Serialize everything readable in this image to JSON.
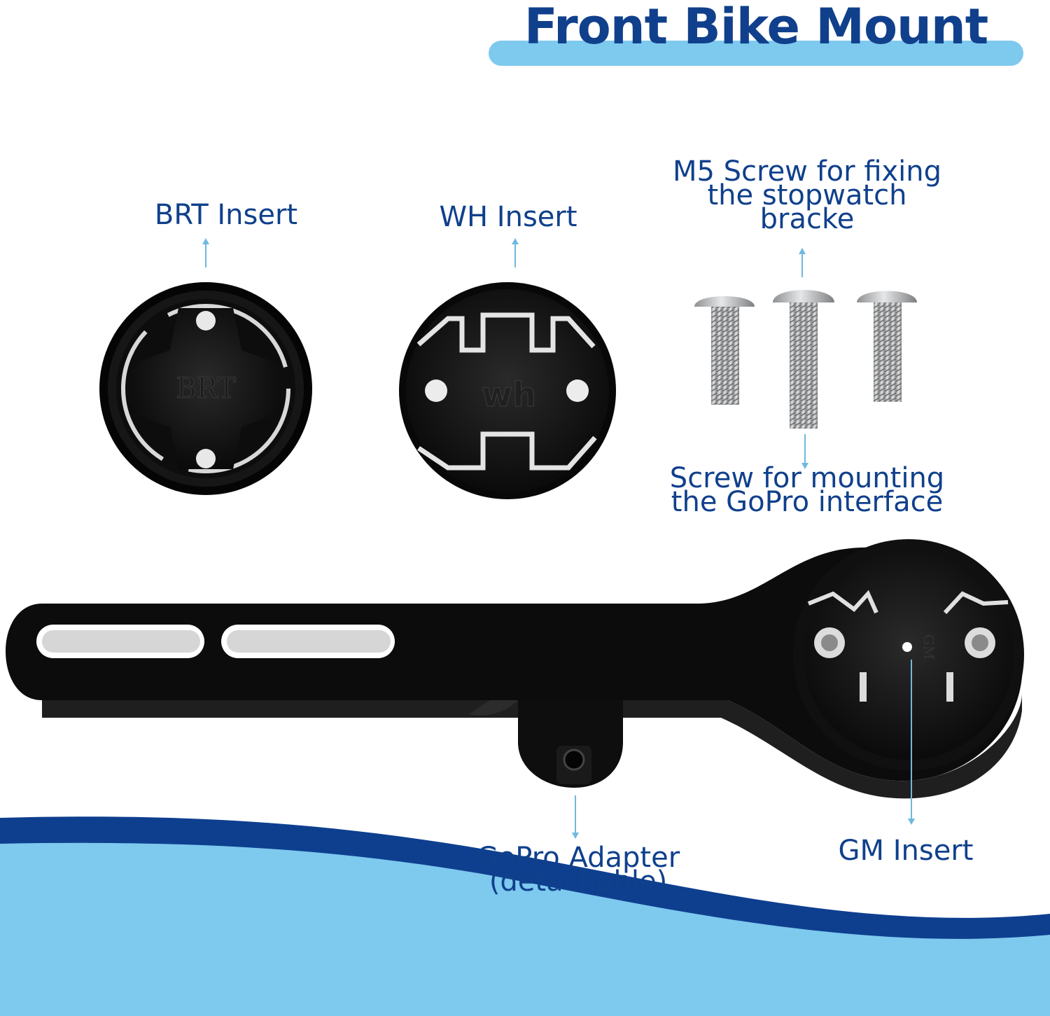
{
  "title": "Front Bike Mount",
  "colors": {
    "title": "#10408c",
    "accent_light": "#7ec9ee",
    "wave_dark": "#0e3f8f",
    "arrow": "#6fb8e0",
    "part": "#111111"
  },
  "labels": {
    "brt_insert": "BRT Insert",
    "wh_insert": "WH Insert",
    "m5_screw": [
      "M5 Screw for fixing",
      "the stopwatch",
      "bracke"
    ],
    "gopro_screw": [
      "Screw for mounting",
      "the GoPro interface"
    ],
    "gopro_adapter": [
      "GoPro Adapter",
      "(detachable)"
    ],
    "gm_insert": "GM Insert"
  },
  "engravings": {
    "brt": "BRT",
    "wh": "wh",
    "gm": "GM"
  },
  "icons": [
    "arrow-up-icon",
    "arrow-down-icon",
    "mount-insert-icon",
    "screw-icon",
    "bike-mount-arm-icon"
  ]
}
